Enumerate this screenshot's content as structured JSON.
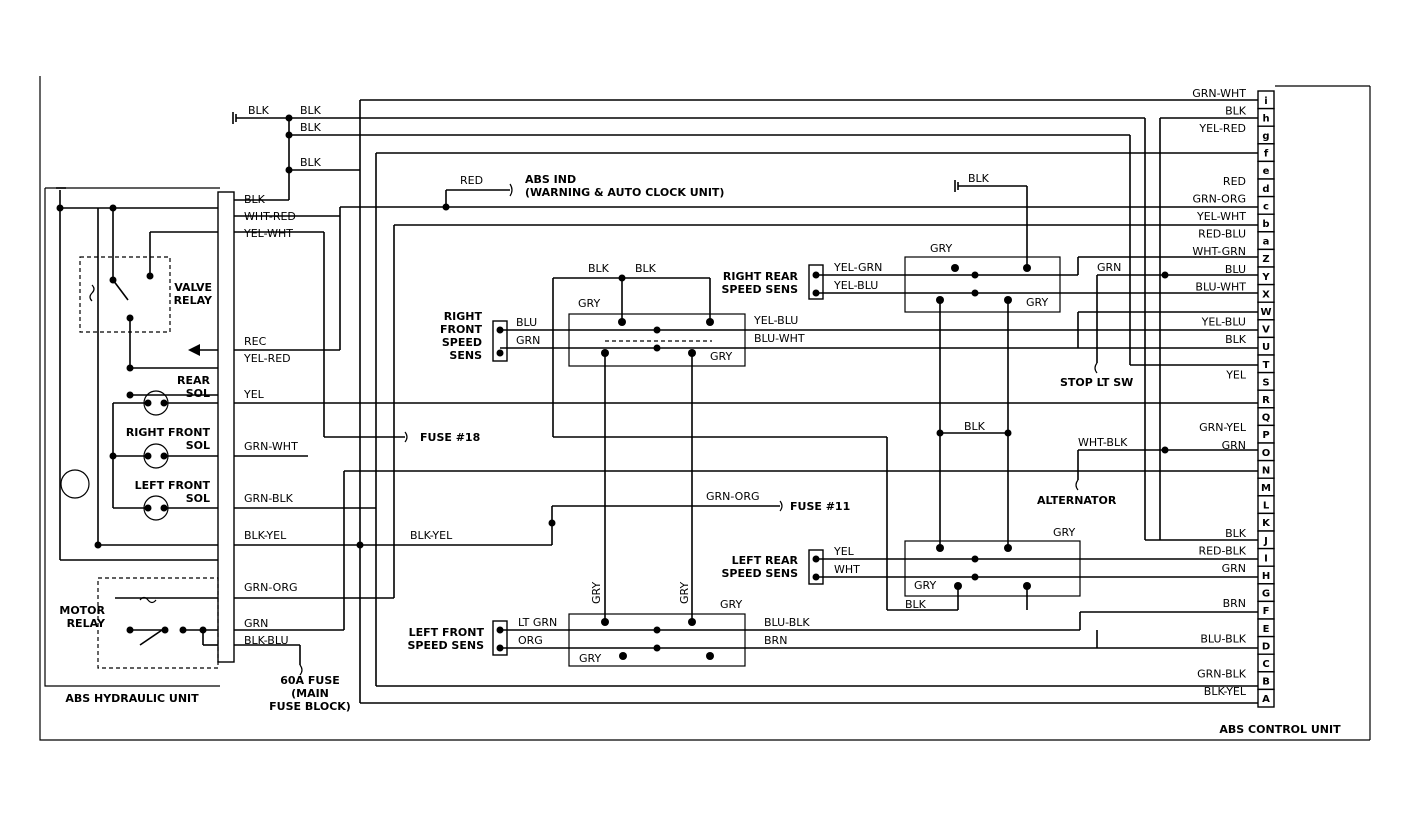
{
  "ground_labels": [
    "BLK",
    "BLK",
    "BLK",
    "BLK",
    "BLK"
  ],
  "hydraulic_unit": {
    "title": "ABS HYDRAULIC UNIT",
    "valve_relay": "VALVE\nRELAY",
    "rear_sol": "REAR\nSOL",
    "right_front_sol": "RIGHT FRONT\nSOL",
    "left_front_sol": "LEFT FRONT\nSOL",
    "motor_relay": "MOTOR\nRELAY",
    "wires": [
      "BLK",
      "WHT-RED",
      "YEL-WHT",
      "REC",
      "YEL-RED",
      "YEL",
      "GRN-WHT",
      "GRN-BLK",
      "BLK-YEL",
      "GRN-ORG",
      "GRN",
      "BLK-BLU"
    ]
  },
  "fuse_60a": "60A FUSE\n(MAIN\nFUSE BLOCK)",
  "fuse_18": "FUSE #18",
  "fuse_11": "FUSE #11",
  "abs_ind": "ABS IND\n(WARNING & AUTO CLOCK UNIT)",
  "abs_ind_wire": "RED",
  "right_front_sensor": {
    "label": "RIGHT\nFRONT\nSPEED\nSENS",
    "wires": [
      "BLU",
      "GRN"
    ],
    "gry_top": "GRY",
    "gry_bottom": "GRY",
    "blk_left": "BLK",
    "blk_right": "BLK",
    "out_top": "YEL-BLU",
    "out_bottom": "BLU-WHT"
  },
  "right_rear_sensor": {
    "label": "RIGHT REAR\nSPEED SENS",
    "wires": [
      "YEL-GRN",
      "YEL-BLU"
    ],
    "gry_top": "GRY",
    "gry_bottom": "GRY",
    "blk_top": "BLK"
  },
  "left_front_sensor": {
    "label": "LEFT FRONT\nSPEED SENS",
    "wires": [
      "LT GRN",
      "ORG"
    ],
    "gry_top": "GRY",
    "gry_bottom": "GRY",
    "gry_vert_left": "GRY",
    "gry_vert_right": "GRY",
    "out_top": "BLU-BLK",
    "out_bottom": "BRN"
  },
  "left_rear_sensor": {
    "label": "LEFT REAR\nSPEED SENS",
    "wires": [
      "YEL",
      "WHT"
    ],
    "gry_top": "GRY",
    "gry_bottom": "GRY",
    "blk_bottom": "BLK"
  },
  "mid_labels": {
    "blk_yel": "BLK-YEL",
    "grn_org": "GRN-ORG",
    "blk_mid": "BLK",
    "grn_stop": "GRN",
    "wht_blk": "WHT-BLK",
    "stop_lt_sw": "STOP LT SW",
    "alternator": "ALTERNATOR"
  },
  "control_unit": {
    "title": "ABS CONTROL UNIT",
    "pins": [
      "i",
      "h",
      "g",
      "f",
      "e",
      "d",
      "c",
      "b",
      "a",
      "Z",
      "Y",
      "X",
      "W",
      "V",
      "U",
      "T",
      "S",
      "R",
      "Q",
      "P",
      "O",
      "N",
      "M",
      "L",
      "K",
      "J",
      "I",
      "H",
      "G",
      "F",
      "E",
      "D",
      "C",
      "B",
      "A"
    ],
    "wire_labels": [
      {
        "pin": "i",
        "text": "GRN-WHT"
      },
      {
        "pin": "h",
        "text": "BLK"
      },
      {
        "pin": "g",
        "text": "YEL-RED"
      },
      {
        "pin": "d",
        "text": "RED"
      },
      {
        "pin": "c",
        "text": "GRN-ORG"
      },
      {
        "pin": "b",
        "text": "YEL-WHT"
      },
      {
        "pin": "a",
        "text": "RED-BLU"
      },
      {
        "pin": "Z",
        "text": "WHT-GRN"
      },
      {
        "pin": "Y",
        "text": "BLU"
      },
      {
        "pin": "X",
        "text": "BLU-WHT"
      },
      {
        "pin": "V",
        "text": "YEL-BLU"
      },
      {
        "pin": "U",
        "text": "BLK"
      },
      {
        "pin": "S",
        "text": "YEL"
      },
      {
        "pin": "P",
        "text": "GRN-YEL"
      },
      {
        "pin": "O",
        "text": "GRN"
      },
      {
        "pin": "J",
        "text": "BLK"
      },
      {
        "pin": "I",
        "text": "RED-BLK"
      },
      {
        "pin": "H",
        "text": "GRN"
      },
      {
        "pin": "F",
        "text": "BRN"
      },
      {
        "pin": "D",
        "text": "BLU-BLK"
      },
      {
        "pin": "B",
        "text": "GRN-BLK"
      },
      {
        "pin": "A",
        "text": "BLK-YEL"
      }
    ]
  }
}
